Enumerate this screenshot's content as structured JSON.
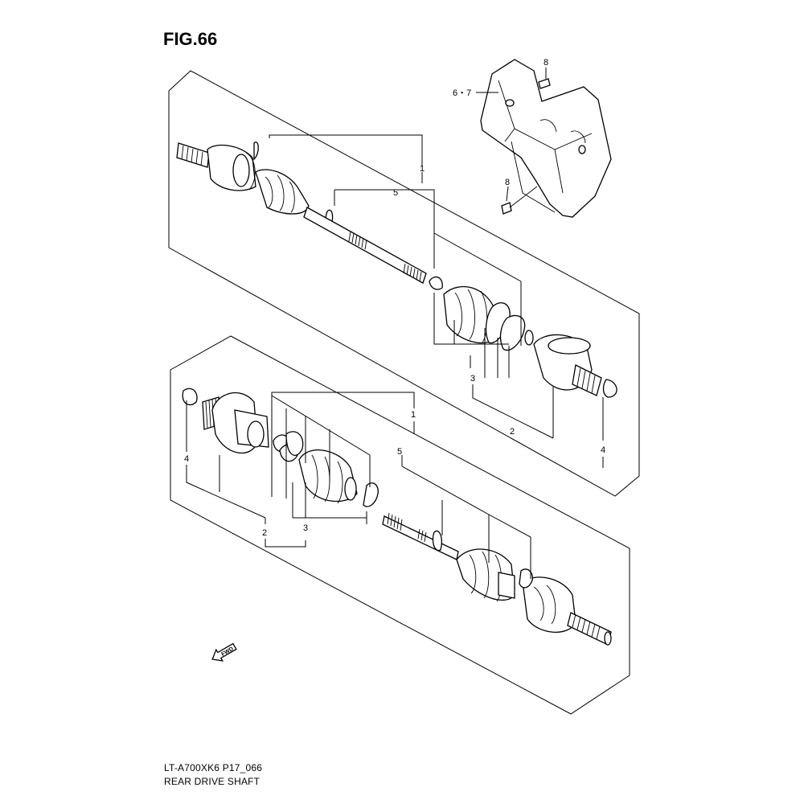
{
  "figure": {
    "title": "FIG.66",
    "model_code": "LT-A700XK6 P17_066",
    "name": "REAR DRIVE SHAFT"
  },
  "callouts": {
    "upper": {
      "assembly": "1",
      "joint_outer": "2",
      "boot_set_outer": "3",
      "circlip": "4",
      "boot_set_inner": "5",
      "guard": "6・7",
      "bolt_top": "8",
      "bolt_bottom": "8"
    },
    "lower": {
      "assembly": "1",
      "joint_outer": "2",
      "boot_set_outer": "3",
      "circlip": "4",
      "boot_set_inner": "5"
    }
  },
  "direction_marker": {
    "label": "FWD",
    "icon": "direction-arrow-icon"
  }
}
